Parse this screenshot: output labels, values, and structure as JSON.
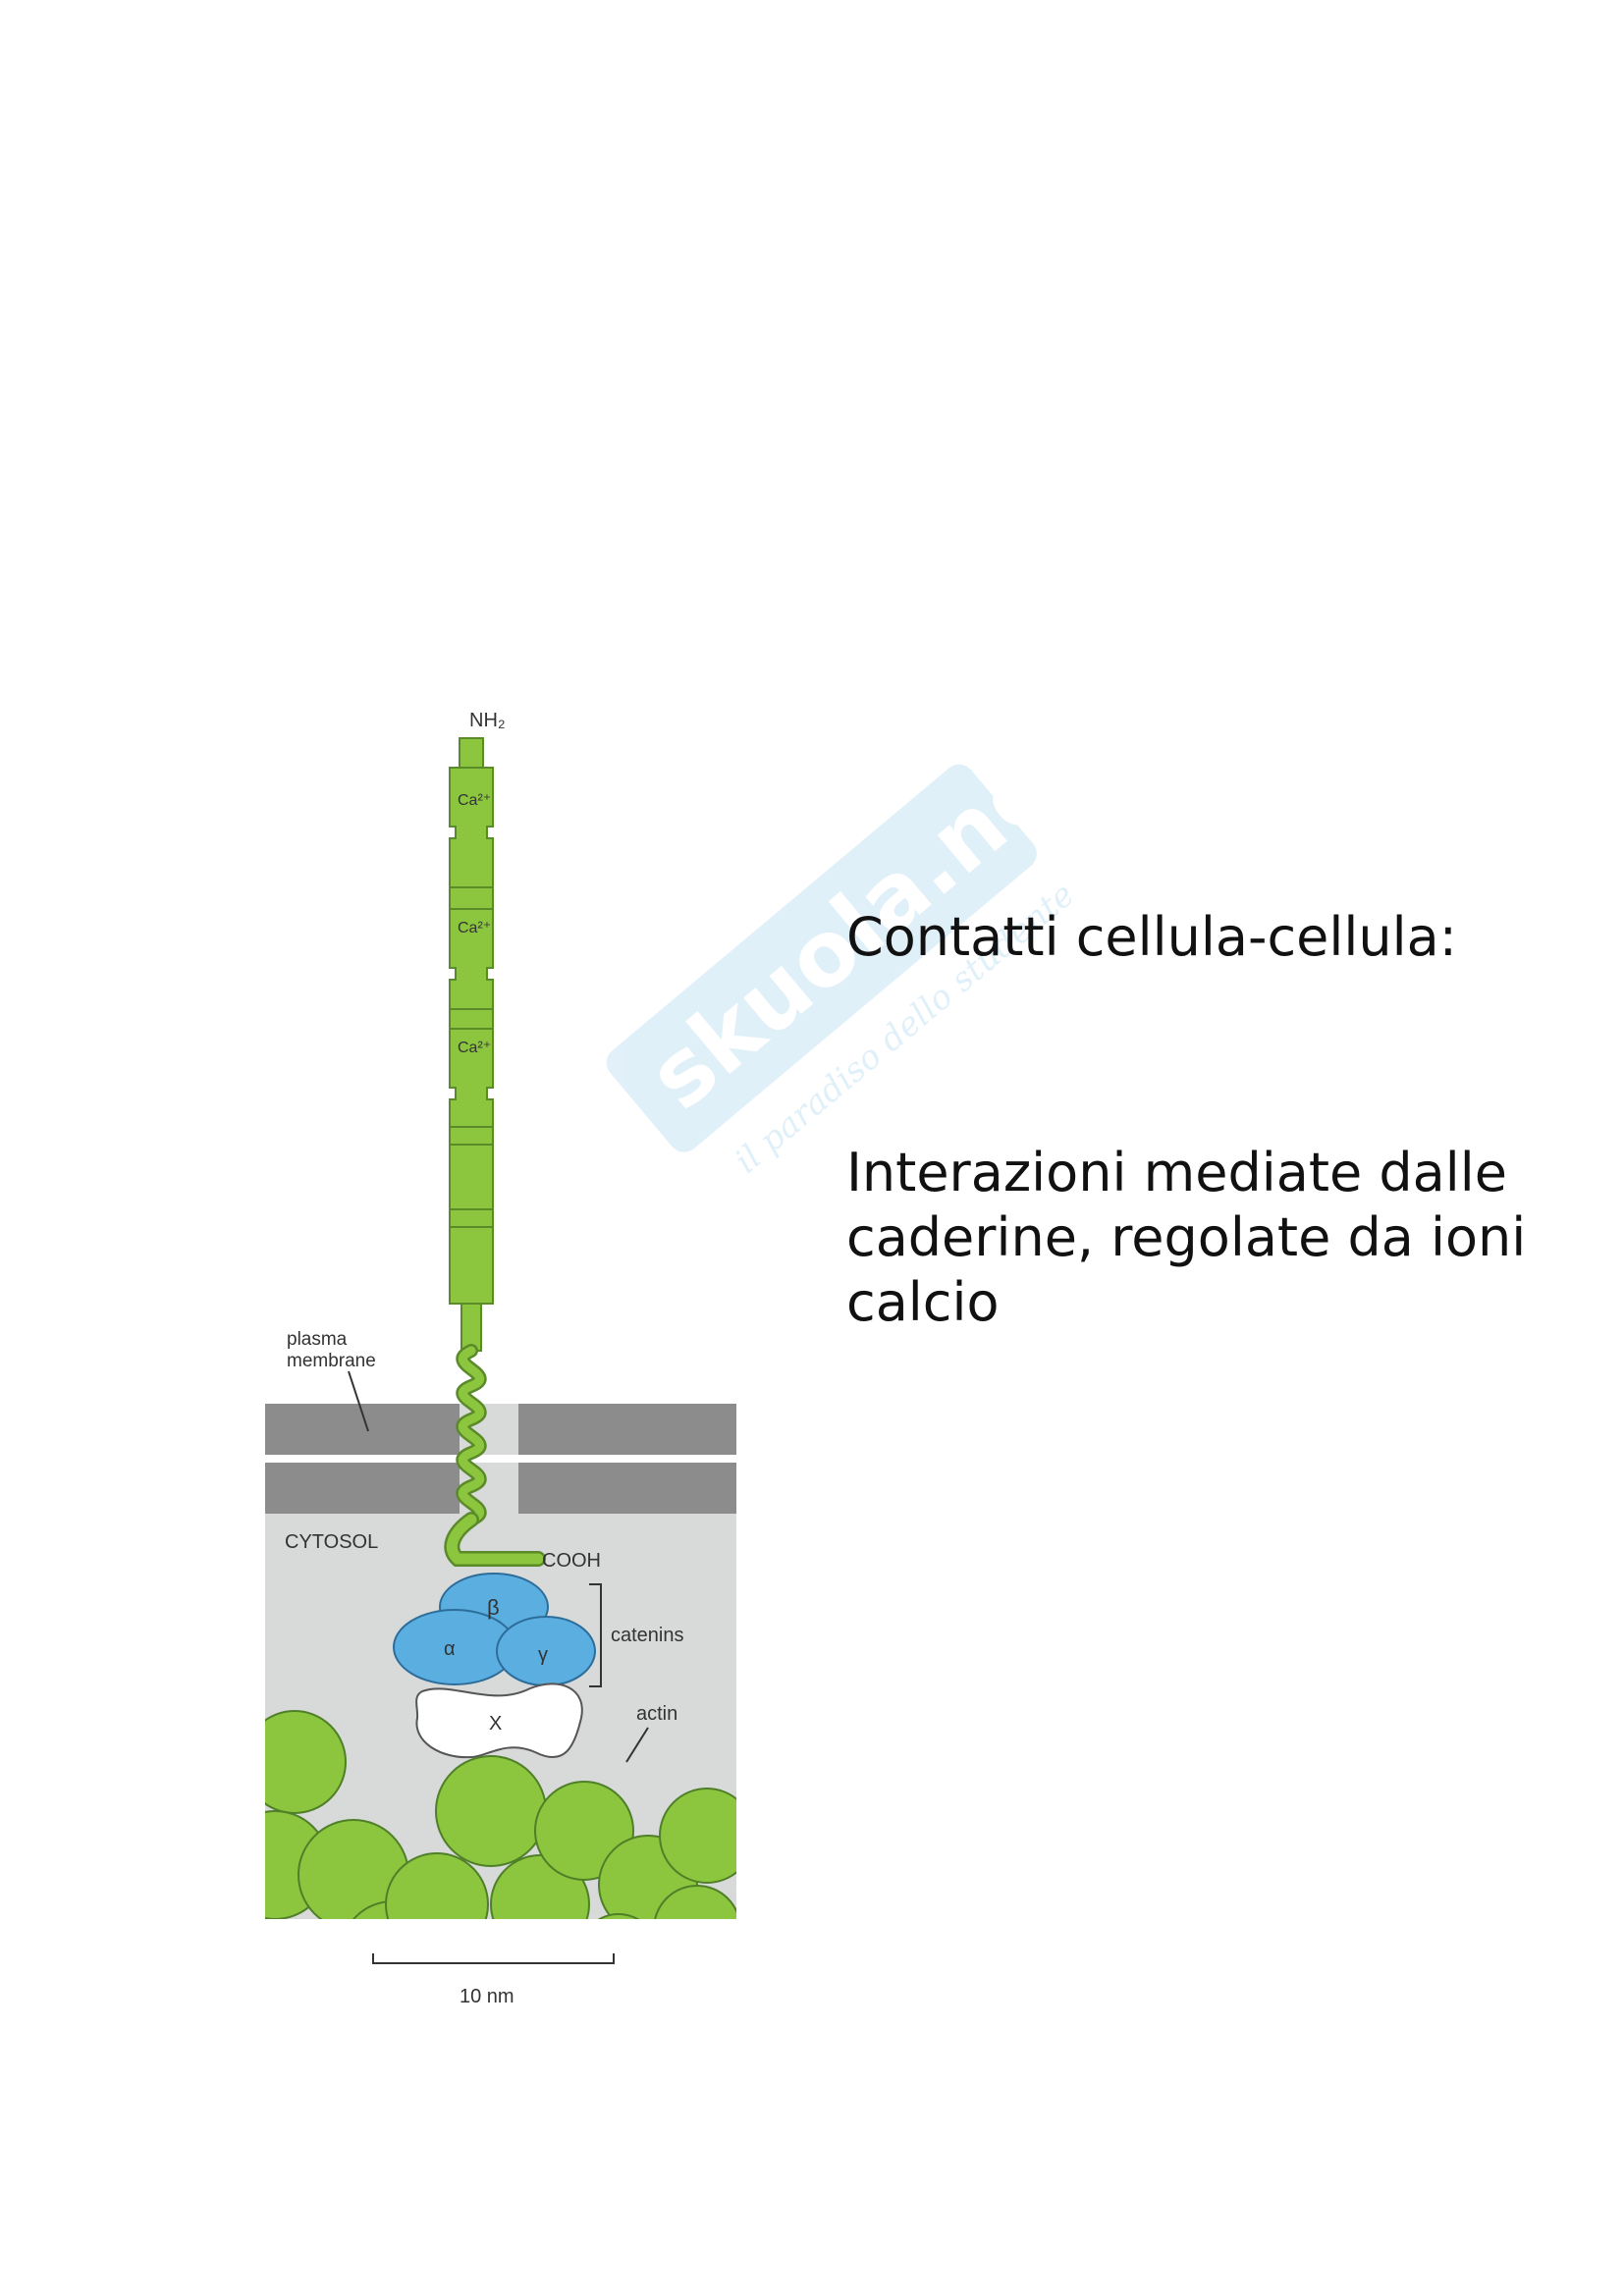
{
  "figure": {
    "nh2_label": "NH₂",
    "ca_labels": [
      "Ca²⁺",
      "Ca²⁺",
      "Ca²⁺"
    ],
    "plasma_membrane_label": "plasma\nmembrane",
    "plasma_line1": "plasma",
    "plasma_line2": "membrane",
    "cytosol_label": "CYTOSOL",
    "cooh_label": "COOH",
    "catenin_beta": "β",
    "catenin_alpha": "α",
    "catenin_gamma": "γ",
    "catenins_label": "catenins",
    "x_label": "X",
    "actin_label": "actin",
    "scale_label": "10 nm",
    "colors": {
      "cadherin_green": "#8cc63f",
      "catenin_blue": "#5aaee0",
      "membrane_gray": "#8c8c8c",
      "cytosol_gray": "#d8d9d9"
    }
  },
  "watermark": {
    "brand": "skuola.net",
    "tagline": "il paradiso dello studente"
  },
  "text": {
    "heading": "Contatti cellula-cellula:",
    "body_line1": "Interazioni mediate dalle",
    "body_line2": "caderine, regolate da ioni",
    "body_line3": "calcio"
  }
}
